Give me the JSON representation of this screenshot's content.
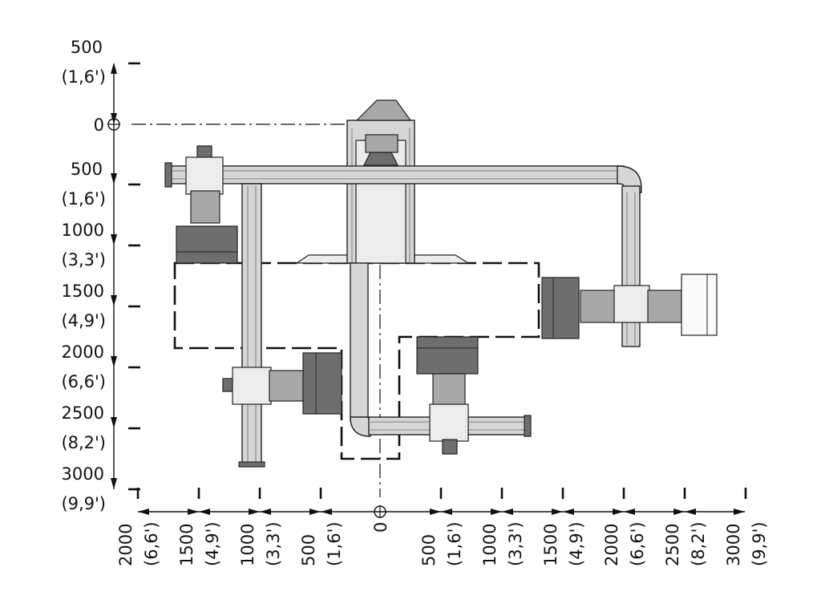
{
  "vertical_axis": {
    "ticks": [
      {
        "value": "500",
        "feet": "(1,6')"
      },
      {
        "value": "0",
        "feet": ""
      },
      {
        "value": "500",
        "feet": "(1,6')"
      },
      {
        "value": "1000",
        "feet": "(3,3')"
      },
      {
        "value": "1500",
        "feet": "(4,9')"
      },
      {
        "value": "2000",
        "feet": "(6,6')"
      },
      {
        "value": "2500",
        "feet": "(8,2')"
      },
      {
        "value": "3000",
        "feet": "(9,9')"
      }
    ]
  },
  "horizontal_axis": {
    "ticks": [
      {
        "value": "2000",
        "feet": "(6,6')"
      },
      {
        "value": "1500",
        "feet": "(4,9')"
      },
      {
        "value": "1000",
        "feet": "(3,3')"
      },
      {
        "value": "500",
        "feet": "(1,6')"
      },
      {
        "value": "0",
        "feet": ""
      },
      {
        "value": "500",
        "feet": "(1,6')"
      },
      {
        "value": "1000",
        "feet": "(3,3')"
      },
      {
        "value": "1500",
        "feet": "(4,9')"
      },
      {
        "value": "2000",
        "feet": "(6,6')"
      },
      {
        "value": "2500",
        "feet": "(8,2')"
      },
      {
        "value": "3000",
        "feet": "(9,9')"
      }
    ]
  }
}
